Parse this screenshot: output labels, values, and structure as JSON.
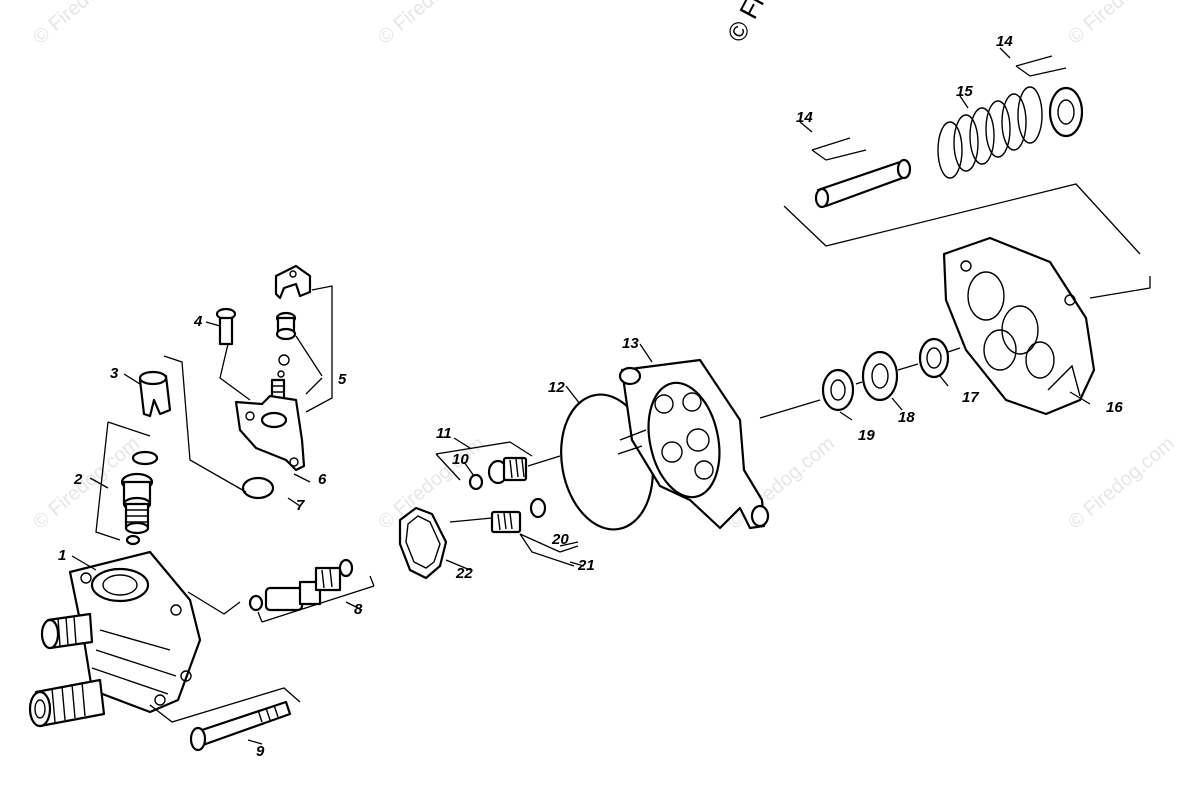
{
  "copyright": "© Fire",
  "watermark": "© Firedog.com",
  "parts": [
    {
      "id": "p1",
      "label": "1"
    },
    {
      "id": "p2",
      "label": "2"
    },
    {
      "id": "p3",
      "label": "3"
    },
    {
      "id": "p4",
      "label": "4"
    },
    {
      "id": "p5",
      "label": "5"
    },
    {
      "id": "p6",
      "label": "6"
    },
    {
      "id": "p7",
      "label": "7"
    },
    {
      "id": "p8",
      "label": "8"
    },
    {
      "id": "p9",
      "label": "9"
    },
    {
      "id": "p10",
      "label": "10"
    },
    {
      "id": "p11",
      "label": "11"
    },
    {
      "id": "p12",
      "label": "12"
    },
    {
      "id": "p13",
      "label": "13"
    },
    {
      "id": "p14a",
      "label": "14"
    },
    {
      "id": "p14b",
      "label": "14"
    },
    {
      "id": "p15",
      "label": "15"
    },
    {
      "id": "p16",
      "label": "16"
    },
    {
      "id": "p17",
      "label": "17"
    },
    {
      "id": "p18",
      "label": "18"
    },
    {
      "id": "p19",
      "label": "19"
    },
    {
      "id": "p20",
      "label": "20"
    },
    {
      "id": "p21",
      "label": "21"
    },
    {
      "id": "p22",
      "label": "22"
    }
  ]
}
